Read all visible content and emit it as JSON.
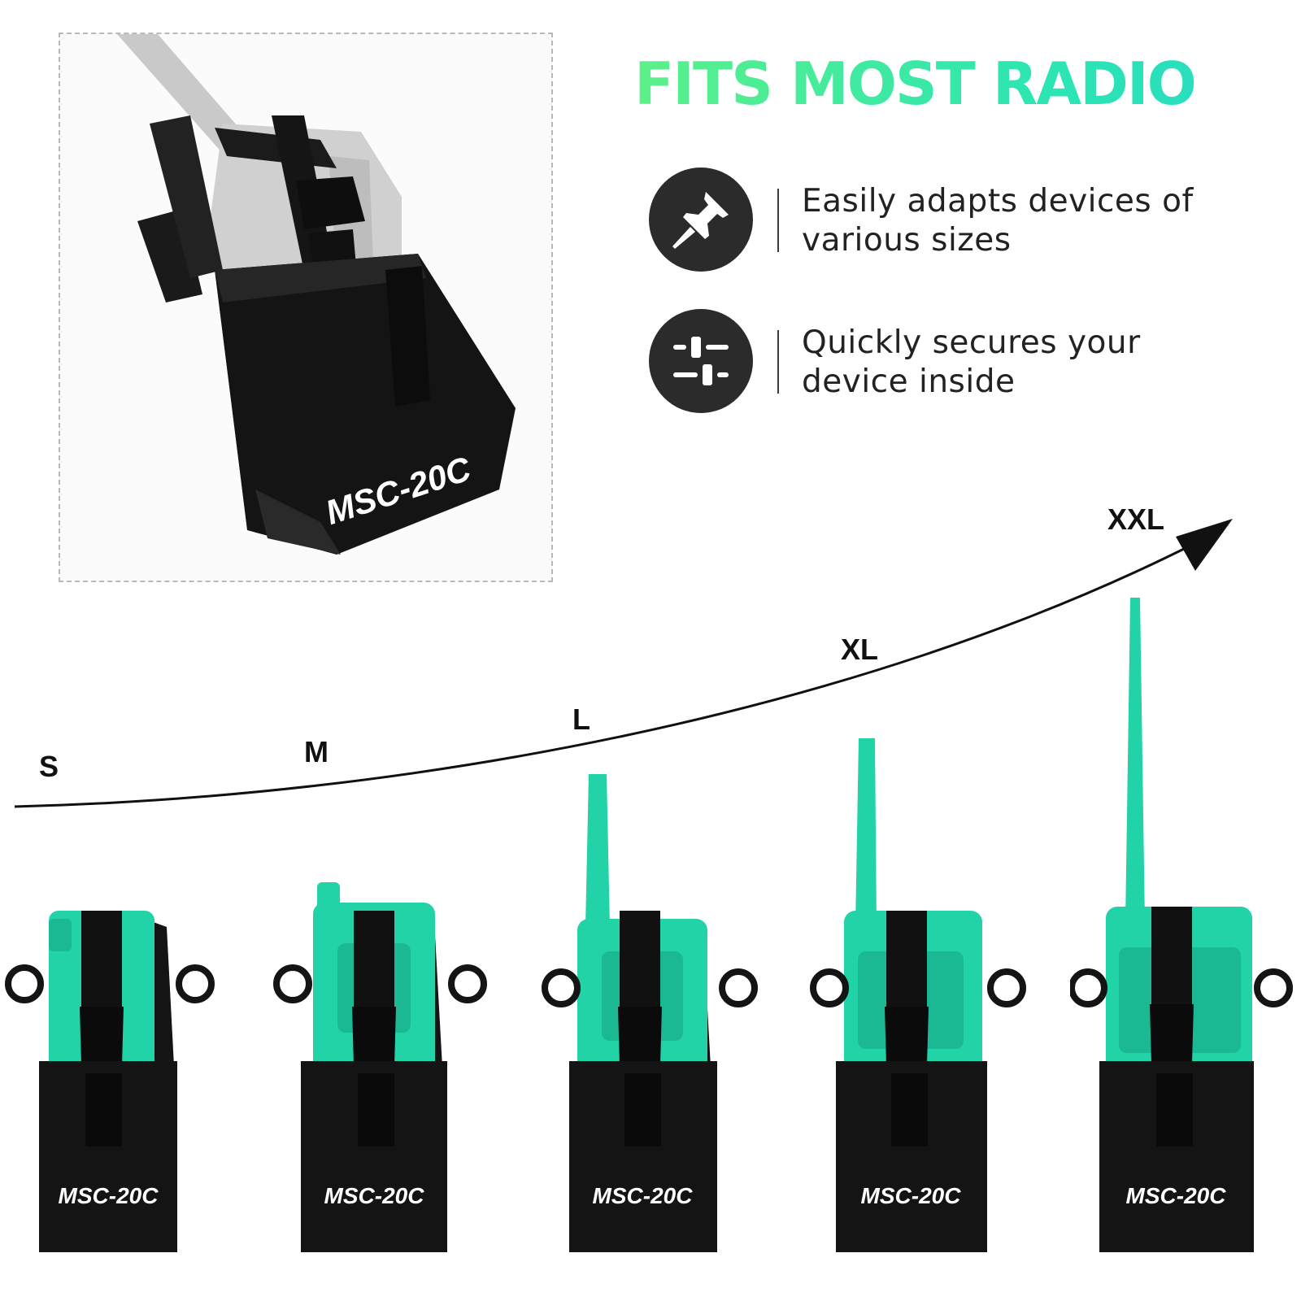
{
  "headline": "FITS MOST RADIO",
  "features": [
    {
      "icon": "pushpin-icon",
      "line1": "Easily adapts devices of",
      "line2": "various sizes"
    },
    {
      "icon": "adjust-sliders-icon",
      "line1": "Quickly secures your",
      "line2": "device inside"
    }
  ],
  "product_model": "MSC-20C",
  "sizes": [
    "S",
    "M",
    "L",
    "XL",
    "XXL"
  ],
  "colors": {
    "accent": "#1fd6a3",
    "pouch": "#141414",
    "icon_bg": "#2b2b2b",
    "radio": "#22d3a8"
  }
}
